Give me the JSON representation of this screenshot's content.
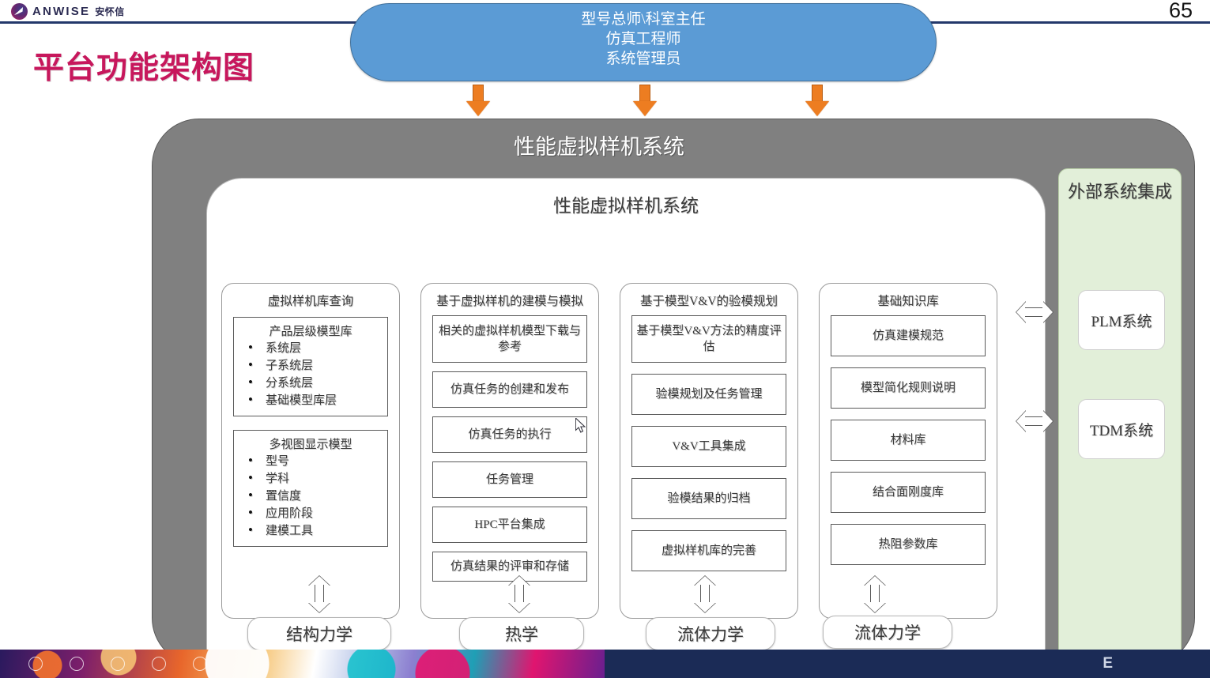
{
  "header": {
    "logo_text": "ANWISE",
    "logo_cn": "安怀信",
    "page_number": "65",
    "rule_color": "#23386b"
  },
  "slide": {
    "title": "平台功能架构图",
    "title_color": "#c7175c"
  },
  "roles": {
    "box_color": "#5b9bd5",
    "lines": [
      "型号总师\\科室主任",
      "仿真工程师",
      "系统管理员"
    ]
  },
  "arrows": {
    "down_color": "#ed7d21",
    "down_count": 3
  },
  "system": {
    "outer_title": "性能虚拟样机系统",
    "outer_color": "#808080",
    "inner_title": "性能虚拟样机系统",
    "inner_color": "#ffffff"
  },
  "columns": [
    {
      "title": "虚拟样机库查询",
      "lists": [
        {
          "title": "产品层级模型库",
          "items": [
            "系统层",
            "子系统层",
            "分系统层",
            "基础模型库层"
          ]
        },
        {
          "title": "多视图显示模型",
          "items": [
            "型号",
            "学科",
            "置信度",
            "应用阶段",
            "建模工具"
          ]
        }
      ],
      "items": []
    },
    {
      "title": "基于虚拟样机的建模与模拟",
      "lists": [],
      "items": [
        "相关的虚拟样机模型下载与参考",
        "仿真任务的创建和发布",
        "仿真任务的执行",
        "任务管理",
        "HPC平台集成",
        "仿真结果的评审和存储"
      ]
    },
    {
      "title": "基于模型V&V的验模规划",
      "lists": [],
      "items": [
        "基于模型V&V方法的精度评估",
        "验模规划及任务管理",
        "V&V工具集成",
        "验模结果的归档",
        "虚拟样机库的完善"
      ]
    },
    {
      "title": "基础知识库",
      "lists": [],
      "items": [
        "仿真建模规范",
        "模型简化规则说明",
        "材料库",
        "结合面刚度库",
        "热阻参数库"
      ]
    }
  ],
  "external": {
    "title": "外部系统集成",
    "panel_color": "#e2efd9",
    "items": [
      "PLM系统",
      "TDM系统"
    ]
  },
  "disciplines": [
    "结构力学",
    "热学",
    "流体力学",
    "流体力学"
  ],
  "taskbar": {
    "brand_letters": "E",
    "background": "#1b2b56"
  }
}
